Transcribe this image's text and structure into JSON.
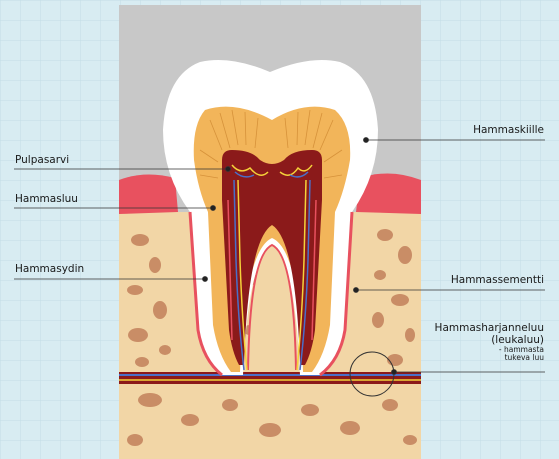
{
  "labels": {
    "pulpasarvi": "Pulpasarvi",
    "hammasluu": "Hammasluu",
    "hammasydin": "Hammasydin",
    "hammaskiille": "Hammaskiille",
    "hammassementti": "Hammassementti",
    "hammasharjanneluu_1": "Hammasharjanneluu",
    "hammasharjanneluu_2": "(leukaluu)",
    "hammasharjanneluu_sub_1": "- hammasta",
    "hammasharjanneluu_sub_2": "tukeva luu"
  },
  "colors": {
    "background": "#d8ecf2",
    "panel": "#c8c8c8",
    "enamel": "#ffffff",
    "dentin": "#f2b55a",
    "pulp": "#8b1a1a",
    "gum": "#e8515f",
    "bone": "#f2d6a6",
    "bone_spots": "#c98d66",
    "nerve_blue": "#4a6fc8",
    "nerve_yellow": "#f5d23a"
  }
}
